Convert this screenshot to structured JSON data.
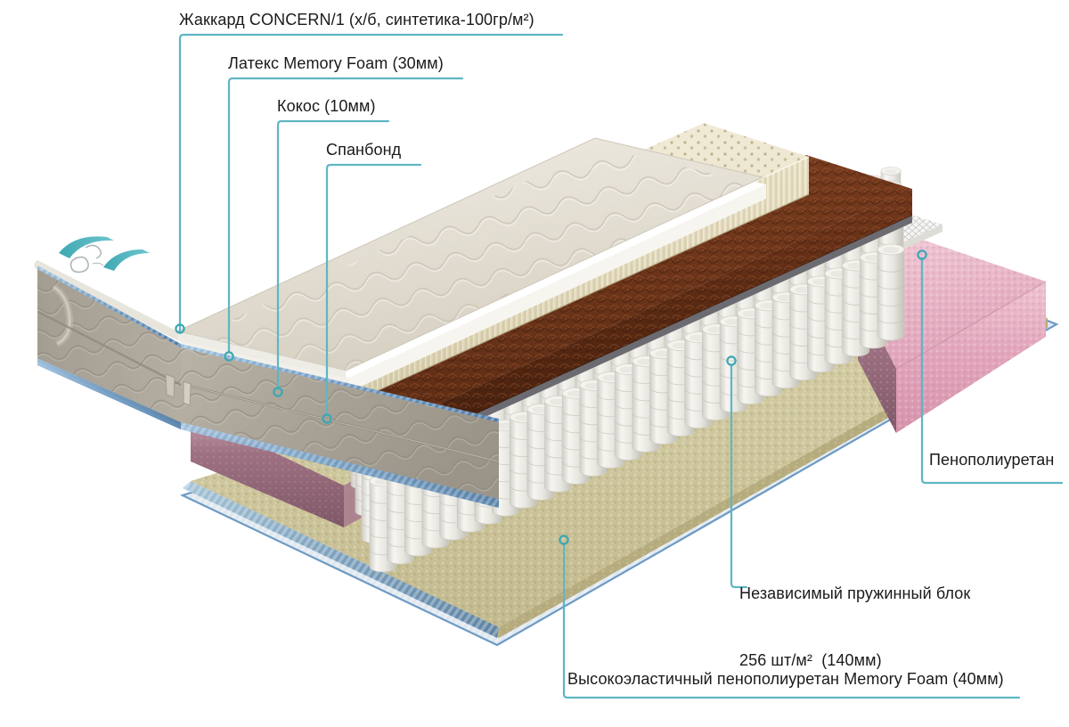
{
  "diagram": {
    "title": "Mattress layer cutaway",
    "accent_color": "#5fb6c3",
    "text_color": "#1a1a1a",
    "background": "#ffffff"
  },
  "labels": {
    "jacquard": "Жаккард CONCERN/1 (х/б, синтетика-100гр/м²)",
    "latex": "Латекс Memory Foam (30мм)",
    "coir": "Кокос (10мм)",
    "spunbond": "Спанбонд",
    "pu_foam": "Пенополиуретан",
    "spring_line1": "Независимый пружинный блок",
    "spring_line2": "256 шт/м²  (140мм)",
    "memory_foam": "Высокоэластичный пенополиуретан Memory Foam (40мм)"
  },
  "layers": [
    {
      "name": "jacquard-cover",
      "label_key": "jacquard",
      "color": "#e3ded2",
      "thickness_mm": null
    },
    {
      "name": "latex-memory-foam",
      "label_key": "latex",
      "color": "#e9e1c9",
      "thickness_mm": 30
    },
    {
      "name": "coconut-coir",
      "label_key": "coir",
      "color": "#5a2c16",
      "thickness_mm": 10
    },
    {
      "name": "spunbond",
      "label_key": "spunbond",
      "color": "#6e6e72",
      "thickness_mm": null
    },
    {
      "name": "pocket-spring-block",
      "label_key": "spring_line1",
      "color": "#efeee9",
      "thickness_mm": 140
    },
    {
      "name": "polyurethane-frame",
      "label_key": "pu_foam",
      "color": "#e3a8bd",
      "thickness_mm": null
    },
    {
      "name": "memory-foam-base",
      "label_key": "memory_foam",
      "color": "#cfc79d",
      "thickness_mm": 40
    }
  ],
  "specs": {
    "spring_density": "256 шт/м²",
    "spring_height": "140мм",
    "latex_height": "30мм",
    "coir_height": "10мм",
    "memory_foam_height": "40мм",
    "cover_fabric": "CONCERN/1",
    "cover_fill": "100гр/м²"
  }
}
